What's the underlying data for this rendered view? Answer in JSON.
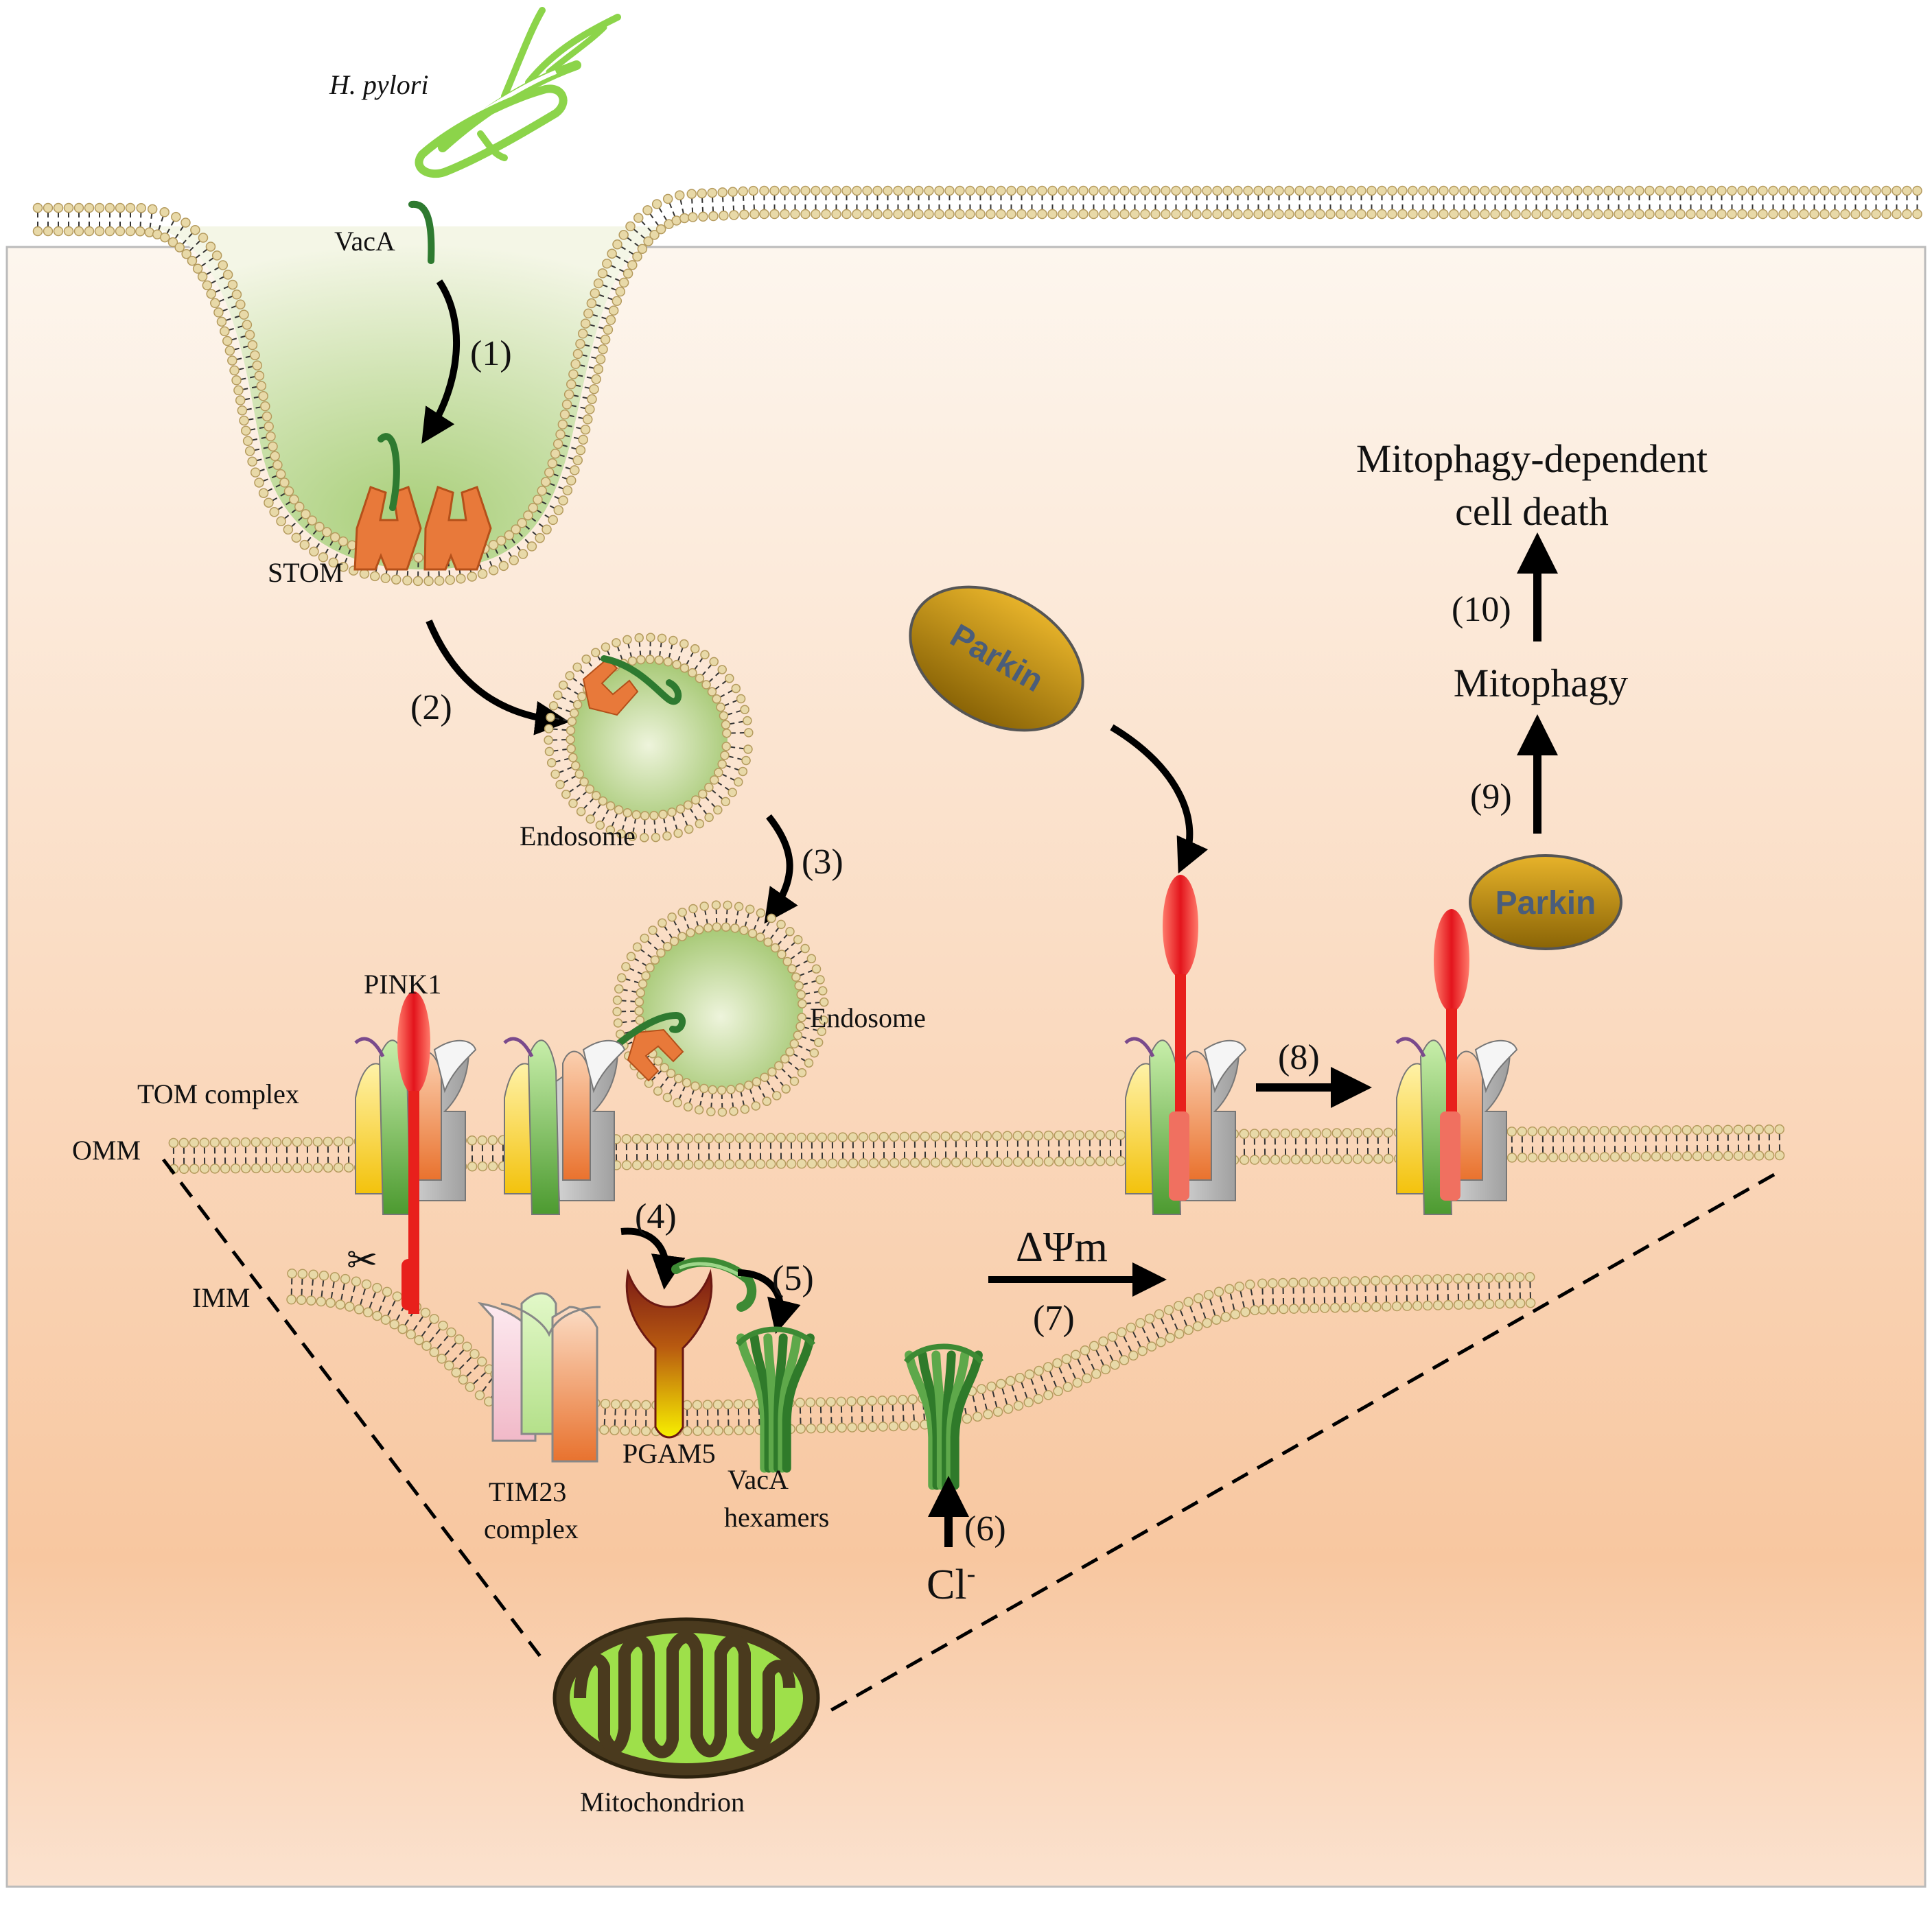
{
  "labels": {
    "hpylori": "H. pylori",
    "vaca": "VacA",
    "stom": "STOM",
    "endosome1": "Endosome",
    "endosome2": "Endosome",
    "pink1": "PINK1",
    "tom_complex": "TOM complex",
    "omm": "OMM",
    "imm": "IMM",
    "tim23_line1": "TIM23",
    "tim23_line2": "complex",
    "pgam5": "PGAM5",
    "vaca_hex_line1": "VacA",
    "vaca_hex_line2": "hexamers",
    "chloride": "Cl",
    "chloride_sup": "-",
    "delta_psi": "ΔΨm",
    "mitochondrion": "Mitochondrion",
    "parkin_top": "Parkin",
    "parkin_bound": "Parkin",
    "mitophagy": "Mitophagy",
    "result_line1": "Mitophagy-dependent",
    "result_line2": "cell death"
  },
  "steps": {
    "s1": "(1)",
    "s2": "(2)",
    "s3": "(3)",
    "s4": "(4)",
    "s5": "(5)",
    "s6": "(6)",
    "s7": "(7)",
    "s8": "(8)",
    "s9": "(9)",
    "s10": "(10)"
  },
  "colors": {
    "cytoplasm_top": "#fdf6ee",
    "cytoplasm_bottom": "#f8c9a6",
    "lipid_head": "#e8d9a8",
    "lipid_head_stroke": "#b59b5e",
    "bacterium": "#8cd44a",
    "stom": "#e8793a",
    "pink1": "#e8201c",
    "parkin": "#c99612",
    "vaca": "#2e7a30",
    "mito_outer": "#4a3a1e",
    "mito_inner": "#9ee04a"
  }
}
